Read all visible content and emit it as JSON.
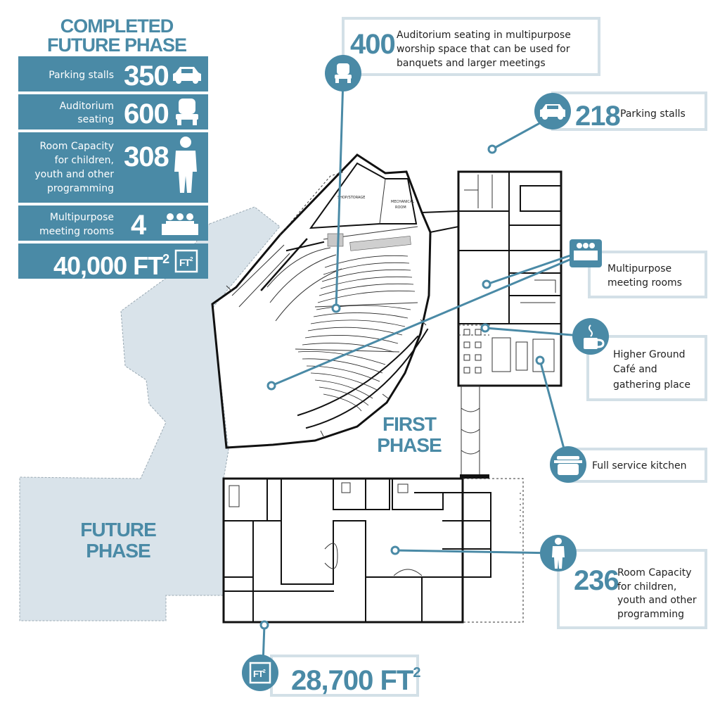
{
  "summary": {
    "heading_line1": "COMPLETED",
    "heading_line2": "FUTURE PHASE",
    "rows": [
      {
        "label_lines": [
          "Parking stalls"
        ],
        "value": "350",
        "icon": "car-icon"
      },
      {
        "label_lines": [
          "Auditorium",
          "seating"
        ],
        "value": "600",
        "icon": "chair-icon"
      },
      {
        "label_lines": [
          "Room Capacity",
          "for children,",
          "youth and other",
          "programming"
        ],
        "value": "308",
        "icon": "person-icon"
      },
      {
        "label_lines": [
          "Multipurpose",
          "meeting rooms"
        ],
        "value": "4",
        "icon": "meeting-table-icon"
      }
    ],
    "area_value": "40,000 FT",
    "area_sup": "2",
    "area_icon_text": "FT",
    "area_icon_sup": "2"
  },
  "callouts": {
    "auditorium": {
      "value": "400",
      "text_lines": [
        "Auditorium seating in multipurpose",
        "worship space that can be used for",
        "banquets and larger meetings"
      ],
      "icon": "chair-icon"
    },
    "parking": {
      "value": "218",
      "text": "Parking stalls",
      "icon": "car-icon"
    },
    "meeting": {
      "text_lines": [
        "Multipurpose",
        "meeting rooms"
      ],
      "icon": "meeting-table-icon"
    },
    "cafe": {
      "text_lines": [
        "Higher Ground",
        "Café and",
        "gathering place"
      ],
      "icon": "coffee-mug-icon"
    },
    "kitchen": {
      "text": "Full service kitchen",
      "icon": "cooking-pot-icon"
    },
    "room_capacity": {
      "value": "236",
      "text_lines": [
        "Room Capacity",
        "for children,",
        "youth and other",
        "programming"
      ],
      "icon": "person-icon"
    },
    "area": {
      "value": "28,700 FT",
      "sup": "2",
      "icon_text": "FT",
      "icon_sup": "2"
    }
  },
  "plan": {
    "first_phase_line1": "FIRST",
    "first_phase_line2": "PHASE",
    "future_phase_line1": "FUTURE",
    "future_phase_line2": "PHASE",
    "room_label_shop": "SHOP/STORAGE",
    "room_label_mech1": "MECHANICAL",
    "room_label_mech2": "ROOM"
  },
  "colors": {
    "accent": "#4a8aa6",
    "future_fill": "#d9e3ea",
    "callout_border": "#d3e0e7"
  }
}
